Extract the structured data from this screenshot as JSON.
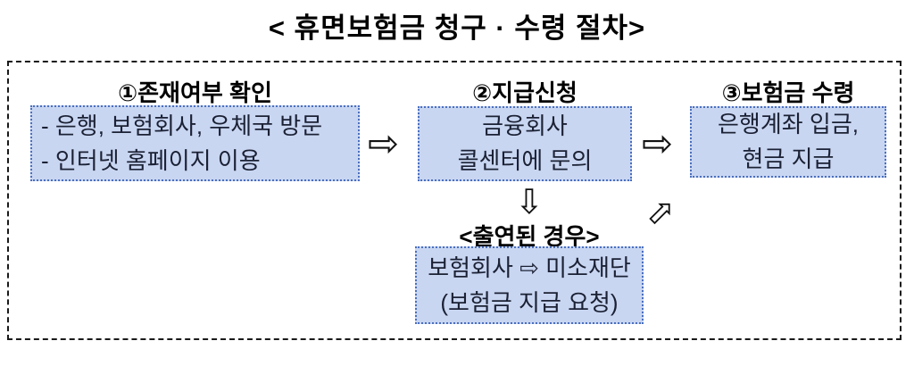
{
  "title": "< 휴면보험금 청구 · 수령 절차>",
  "colors": {
    "box_fill": "#c9d6f2",
    "box_border": "#4a6fbf",
    "frame_border": "#1a1a1a",
    "text": "#1b2134"
  },
  "steps": [
    {
      "header": "①존재여부 확인",
      "lines": [
        "- 은행, 보험회사, 우체국 방문",
        "- 인터넷 홈페이지 이용"
      ]
    },
    {
      "header": "②지급신청",
      "lines": [
        "금융회사",
        "콜센터에 문의"
      ]
    },
    {
      "header": "③보험금 수령",
      "lines": [
        "은행계좌 입금,",
        "현금 지급"
      ]
    }
  ],
  "donated_case": {
    "header": "<출연된 경우>",
    "lines": [
      "보험회사 ⇨ 미소재단",
      "(보험금 지급 요청)"
    ]
  },
  "arrows": {
    "right1": "⇨",
    "right2": "⇨",
    "down": "⇩",
    "diag": "⇨"
  }
}
